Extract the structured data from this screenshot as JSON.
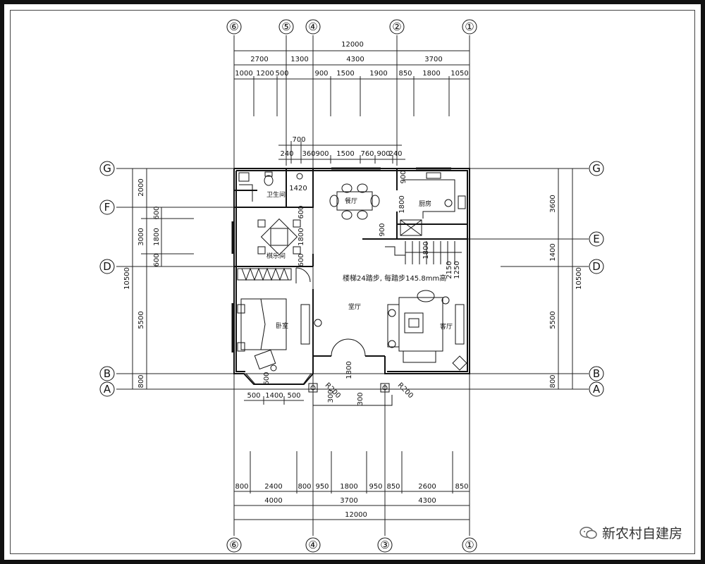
{
  "axes": {
    "top": [
      "⑥",
      "⑤",
      "④",
      "②",
      "①"
    ],
    "bottom": [
      "⑥",
      "④",
      "③",
      "①"
    ],
    "left": [
      "G",
      "F",
      "D",
      "B",
      "A"
    ],
    "right": [
      "G",
      "E",
      "D",
      "B",
      "A"
    ]
  },
  "dims": {
    "top_total": "12000",
    "top_row2": [
      "2700",
      "1300",
      "4300",
      "3700"
    ],
    "top_row3": [
      "1000",
      "1200",
      "500",
      "900",
      "1500",
      "1900",
      "850",
      "1800",
      "1050"
    ],
    "top_inner_700": "700",
    "top_inner": [
      "240",
      "360",
      "900",
      "1500",
      "760",
      "900",
      "240"
    ],
    "bottom_row1": [
      "800",
      "2400",
      "800",
      "950",
      "1800",
      "950",
      "850",
      "2600",
      "850"
    ],
    "bottom_row2": [
      "4000",
      "3700",
      "4300"
    ],
    "bottom_total": "12000",
    "left_outer": [
      "2000",
      "3000",
      "5500",
      "800"
    ],
    "left_total": "10500",
    "left_inner": [
      "600",
      "1800",
      "600"
    ],
    "right_outer": [
      "3600",
      "1400",
      "5500",
      "800"
    ],
    "right_total": "10500",
    "bay": [
      "500",
      "1400",
      "500"
    ],
    "bay_v": "600",
    "porch": [
      "R200",
      "R200",
      "300",
      "300",
      "1800"
    ],
    "interior": [
      "1420",
      "600",
      "1800",
      "600",
      "1800",
      "900",
      "900",
      "1800",
      "2150",
      "1250"
    ]
  },
  "rooms": {
    "bathroom": "卫生间",
    "dining": "餐厅",
    "kitchen": "厨房",
    "chess": "棋乐间",
    "bedroom": "卧室",
    "hall": "堂厅",
    "living": "客厅"
  },
  "stair_note": "楼梯24踏步, 每踏步145.8mm高",
  "watermark": "新农村自建房"
}
